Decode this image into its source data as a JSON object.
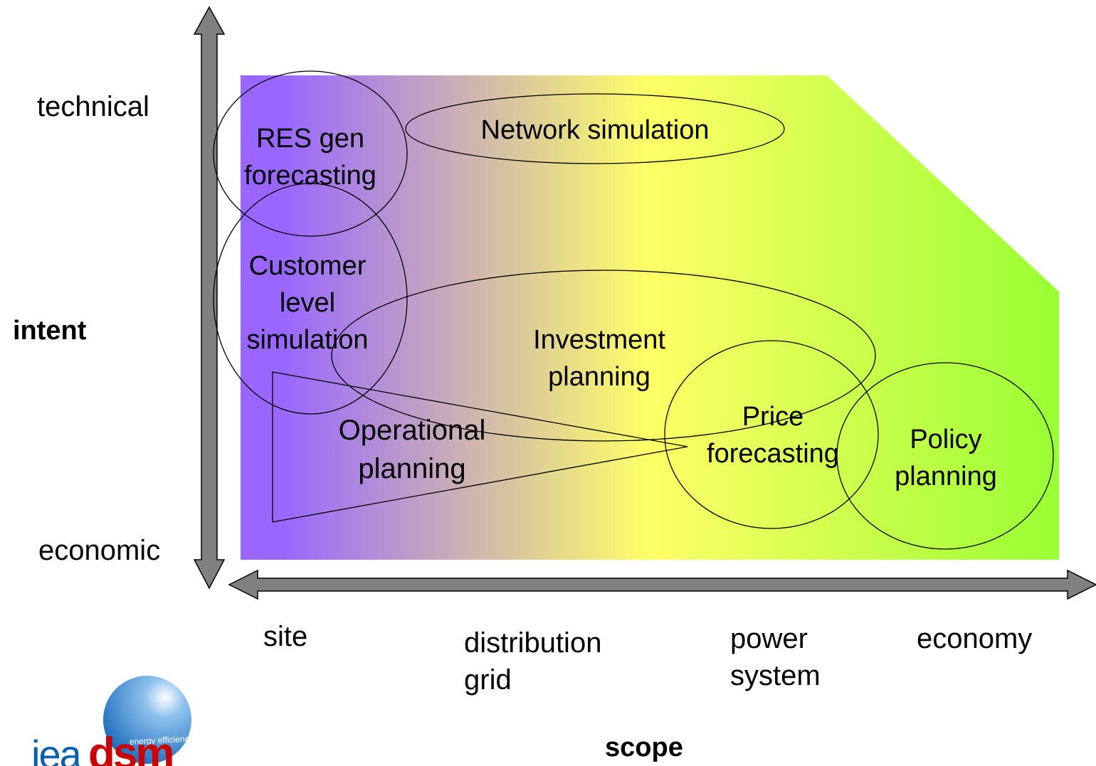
{
  "y_axis": {
    "title": "intent",
    "top_label": "technical",
    "bottom_label": "economic"
  },
  "x_axis": {
    "title": "scope",
    "ticks": [
      {
        "id": "site",
        "lines": [
          "site"
        ]
      },
      {
        "id": "distribution",
        "lines": [
          "distribution",
          "grid"
        ]
      },
      {
        "id": "power",
        "lines": [
          "power",
          "system"
        ]
      },
      {
        "id": "economy",
        "lines": [
          "economy"
        ]
      }
    ]
  },
  "regions": [
    {
      "id": "res-gen",
      "lines": [
        "RES gen",
        "forecasting"
      ]
    },
    {
      "id": "network-sim",
      "lines": [
        "Network simulation"
      ]
    },
    {
      "id": "customer-sim",
      "lines": [
        "Customer",
        "level",
        "simulation"
      ]
    },
    {
      "id": "investment",
      "lines": [
        "Investment",
        "planning"
      ]
    },
    {
      "id": "operational",
      "lines": [
        "Operational",
        "planning"
      ]
    },
    {
      "id": "price",
      "lines": [
        "Price",
        "forecasting"
      ]
    },
    {
      "id": "policy",
      "lines": [
        "Policy",
        "planning"
      ]
    }
  ],
  "logo": {
    "text_iea": "iea",
    "text_dsm": "dsm",
    "tagline": "energy efficiency"
  },
  "colors": {
    "gradient": [
      "#9966ff",
      "#ffff66",
      "#99ff33"
    ],
    "arrow_fill": "#808080",
    "logo_red": "#cc0000",
    "logo_blue": "#0a5fb4"
  }
}
